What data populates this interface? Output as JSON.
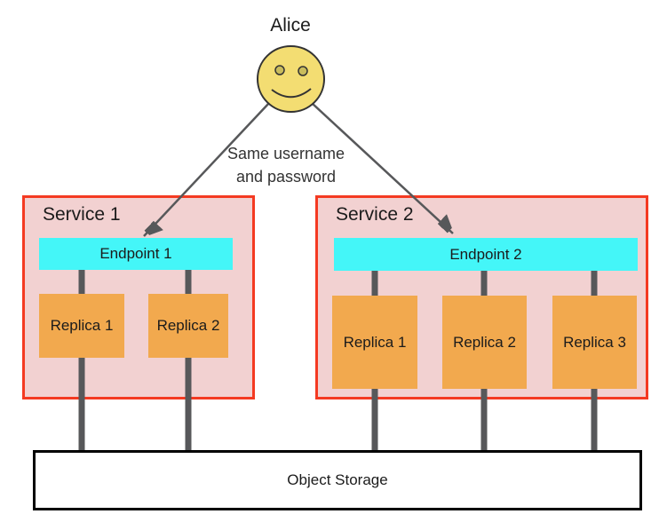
{
  "actor": {
    "label": "Alice"
  },
  "annotation": {
    "line1": "Same username",
    "line2": "and password"
  },
  "services": [
    {
      "label": "Service 1",
      "endpoint": "Endpoint 1",
      "replicas": [
        "Replica 1",
        "Replica 2"
      ]
    },
    {
      "label": "Service 2",
      "endpoint": "Endpoint 2",
      "replicas": [
        "Replica 1",
        "Replica 2",
        "Replica 3"
      ]
    }
  ],
  "storage": {
    "label": "Object Storage"
  },
  "colors": {
    "service_fill": "#f2d1d1",
    "service_border": "#f43a22",
    "endpoint_fill": "#44f6f8",
    "replica_fill": "#f2a94e",
    "actor_fill": "#f3dd72",
    "actor_eye_fill": "#c9bc5c",
    "actor_outline": "#333333",
    "connector": "#57585a",
    "storage_border": "#000000"
  }
}
